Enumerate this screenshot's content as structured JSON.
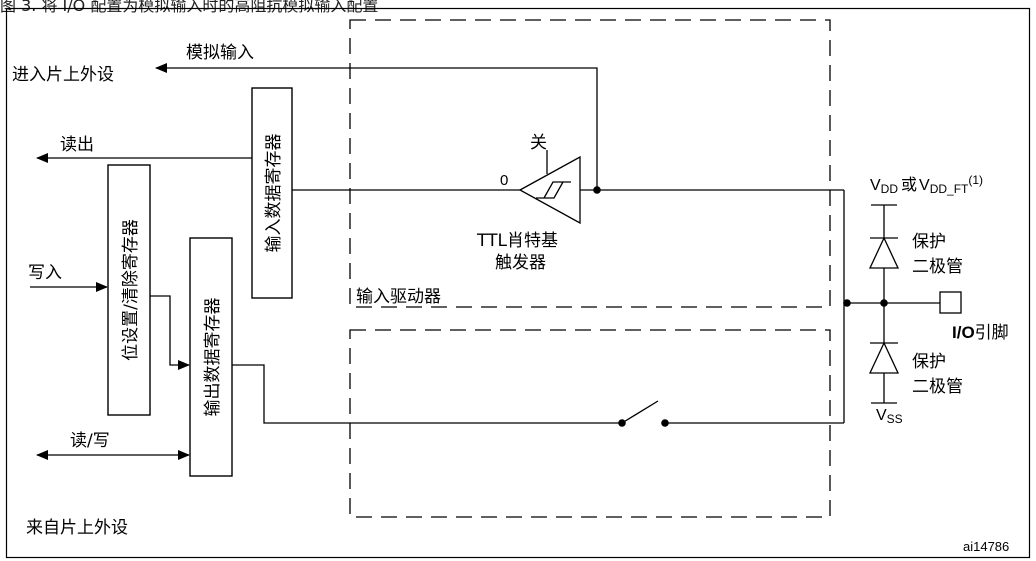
{
  "figure": {
    "caption": "图 3.   将 I/O 配置为模拟输入时的高阻抗模拟输入配置",
    "id": "ai14786"
  },
  "labels": {
    "to_onchip_periph": "进入片上外设",
    "analog_input": "模拟输入",
    "read_out": "读出",
    "write_in": "写入",
    "read_write": "读/写",
    "from_onchip_periph": "来自片上外设",
    "input_data_reg": "输入数据寄存器",
    "bit_set_reset_reg": "位设置/清除寄存器",
    "output_data_reg": "输出数据寄存器",
    "off": "关",
    "zero": "0",
    "ttl_schmitt_1": "TTL肖特基",
    "ttl_schmitt_2": "触发器",
    "input_driver": "输入驱动器",
    "vdd_main": "V",
    "vdd_sub": "DD",
    "or": "或",
    "vddft_main": "V",
    "vddft_sub": "DD_FT",
    "vddft_sup": "(1)",
    "protect_diode_top_1": "保护",
    "protect_diode_top_2": "二极管",
    "protect_diode_bot_1": "保护",
    "protect_diode_bot_2": "二极管",
    "vss_main": "V",
    "vss_sub": "SS",
    "io_pin_bold": "I/O",
    "io_pin_rest": "引脚"
  }
}
